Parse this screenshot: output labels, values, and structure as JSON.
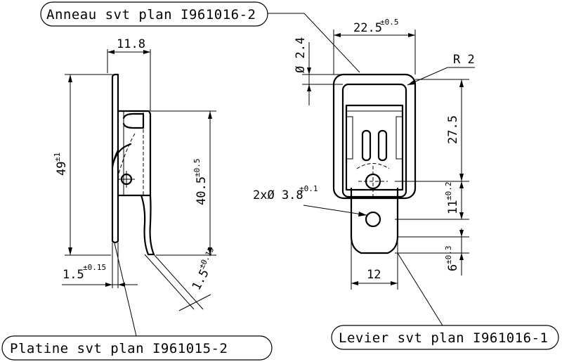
{
  "callouts": {
    "top_left": "Anneau svt plan I961016-2",
    "bottom_left": "Platine svt plan I961015-2",
    "bottom_right": "Levier svt plan I961016-1"
  },
  "side_view": {
    "width": "11.8",
    "height_main": "49",
    "height_main_tol": "±1",
    "height_lever": "40.5",
    "height_lever_tol": "±0.5",
    "thickness_plate": "1.5",
    "thickness_plate_tol": "±0.15",
    "thickness_lever": "1.5",
    "thickness_lever_tol": "±0.15"
  },
  "front_view": {
    "ring_width": "22.5",
    "ring_width_tol": "±0.5",
    "wire_dia": "Ø 2.4",
    "radius": "R 2",
    "ring_height": "27.5",
    "holes": "2xØ 3.8",
    "holes_tol": "±0.1",
    "hole_spacing": "11",
    "hole_spacing_tol": "±0.2",
    "tip": "6",
    "tip_tol": "±0.3",
    "lever_width": "12"
  }
}
